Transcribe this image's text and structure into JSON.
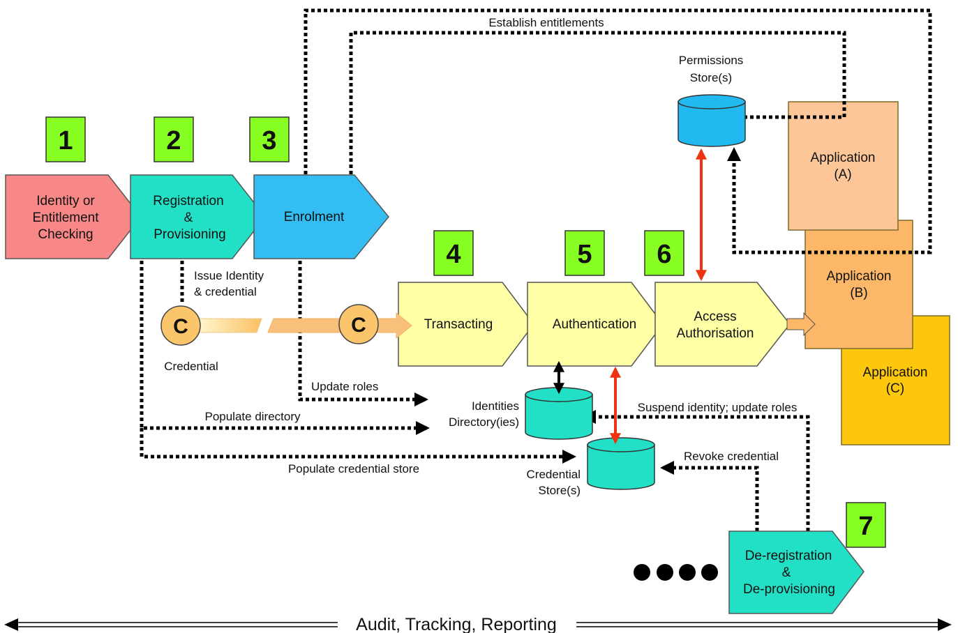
{
  "steps": {
    "s1": {
      "number": "1",
      "label": [
        "Identity or",
        "Entitlement",
        "Checking"
      ],
      "color": "#f88888"
    },
    "s2": {
      "number": "2",
      "label": [
        "Registration",
        "&",
        "Provisioning"
      ],
      "color": "#22e0c6"
    },
    "s3": {
      "number": "3",
      "label": [
        "Enrolment"
      ],
      "color": "#33bdf2"
    },
    "s4": {
      "number": "4",
      "label": [
        "Transacting"
      ],
      "color": "#ffffa6"
    },
    "s5": {
      "number": "5",
      "label": [
        "Authentication"
      ],
      "color": "#ffffa6"
    },
    "s6": {
      "number": "6",
      "label": [
        "Access",
        "Authorisation"
      ],
      "color": "#ffffa6"
    },
    "s7": {
      "number": "7",
      "label": [
        "De-registration",
        "&",
        "De-provisioning"
      ],
      "color": "#22e0c6"
    }
  },
  "number_box_color": "#88ff22",
  "applications": {
    "a": {
      "label": [
        "Application",
        "(A)"
      ],
      "color": "#fcc698"
    },
    "b": {
      "label": [
        "Application",
        "(B)"
      ],
      "color": "#fcb868"
    },
    "c": {
      "label": [
        "Application",
        "(C)"
      ],
      "color": "#fdc70b"
    }
  },
  "stores": {
    "permissions": {
      "label": [
        "Permissions",
        "Store(s)"
      ],
      "color": "#22b8f0"
    },
    "identities": {
      "label": [
        "Identities",
        "Directory(ies)"
      ],
      "color": "#22e0c6"
    },
    "credential": {
      "label": [
        "Credential",
        "Store(s)"
      ],
      "color": "#22e0c6"
    }
  },
  "credential": {
    "symbol": "C",
    "label": "Credential",
    "color": "#fbc56b"
  },
  "flows": {
    "establish": "Establish entitlements",
    "issue": [
      "Issue Identity",
      "& credential"
    ],
    "update_roles": "Update roles",
    "populate_directory": "Populate directory",
    "populate_credential": "Populate credential store",
    "suspend": "Suspend identity; update roles",
    "revoke": "Revoke credential"
  },
  "audit": "Audit, Tracking, Reporting",
  "arrow_color": "#ee3311"
}
